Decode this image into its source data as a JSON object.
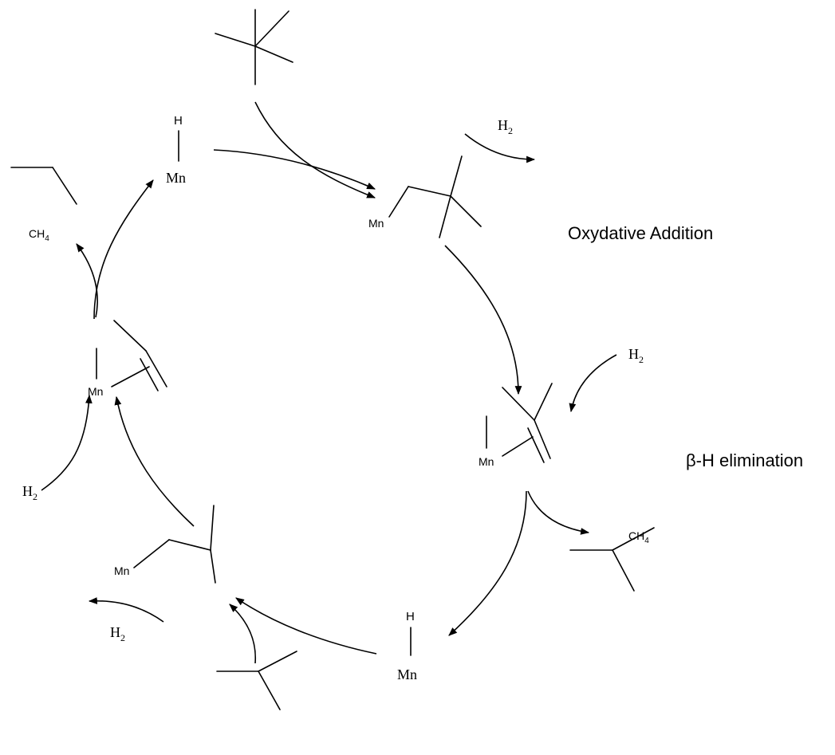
{
  "labels": {
    "mn": "Mn",
    "h": "H",
    "h2": "H",
    "h2_sub": "2",
    "ch4": "CH",
    "ch4_sub": "4"
  },
  "annotations": {
    "oxidative_addition": "Oxydative Addition",
    "beta_h_elimination": "β-H elimination"
  }
}
